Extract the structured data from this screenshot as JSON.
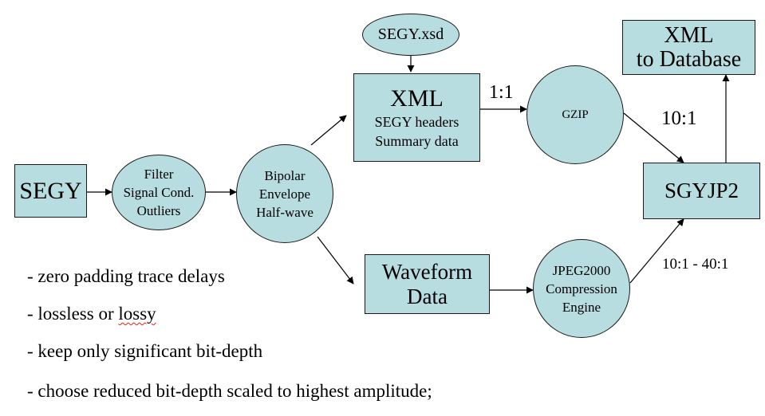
{
  "nodes": {
    "segy": {
      "label": "SEGY"
    },
    "filter": {
      "lines": [
        "Filter",
        "Signal Cond.",
        "Outliers"
      ]
    },
    "bipolar": {
      "lines": [
        "Bipolar",
        "Envelope",
        "Half-wave"
      ]
    },
    "segy_xsd": {
      "label": "SEGY.xsd"
    },
    "xml": {
      "title": "XML",
      "lines": [
        "SEGY headers",
        "Summary data"
      ]
    },
    "gzip": {
      "label": "GZIP"
    },
    "xml_db": {
      "lines": [
        "XML",
        "to Database"
      ]
    },
    "waveform": {
      "lines": [
        "Waveform",
        "Data"
      ]
    },
    "jpeg2000": {
      "lines": [
        "JPEG2000",
        "Compression",
        "Engine"
      ]
    },
    "sgyjp2": {
      "label": "SGYJP2"
    }
  },
  "ratios": {
    "xml_gzip": "1:1",
    "gzip_sgyjp2": "10:1",
    "jpeg_sgyjp2": "10:1 - 40:1"
  },
  "notes": [
    {
      "prefix": "- zero padding trace delays",
      "flag": "",
      "suffix": ""
    },
    {
      "prefix": "- lossless or ",
      "flag": "lossy",
      "suffix": ""
    },
    {
      "prefix": "- keep only significant bit-depth",
      "flag": "",
      "suffix": ""
    },
    {
      "prefix": "- choose reduced bit-depth scaled to highest amplitude;",
      "flag": "",
      "suffix": ""
    }
  ],
  "colors": {
    "fill": "#b7dde0",
    "stroke": "#1a1a1a",
    "spellcheck": "#d22222"
  }
}
